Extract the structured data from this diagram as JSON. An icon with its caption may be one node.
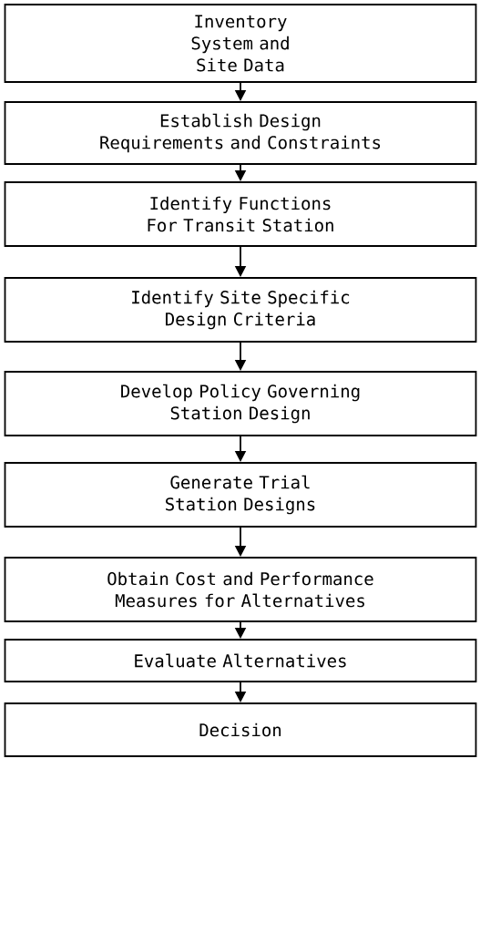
{
  "diagram": {
    "nodes": [
      {
        "text": [
          "Inventory System and Site Data"
        ]
      },
      {
        "text": [
          "Establish Design Requirements and Constraints"
        ]
      },
      {
        "text": [
          "Identify Functions For Transit Station"
        ]
      },
      {
        "text": [
          "Identify Site Specific Design Criteria"
        ]
      },
      {
        "text": [
          "Develop Policy Governing Station Design"
        ]
      },
      {
        "text": [
          "Generate Trial Station Designs"
        ]
      },
      {
        "text": [
          "Obtain Cost and Performance Measures for Alternatives"
        ]
      },
      {
        "text": [
          "Evaluate Alternatives"
        ]
      },
      {
        "text": [
          "Decision"
        ]
      }
    ],
    "edges": [
      {
        "from": 0,
        "to": 1,
        "arrow": "to"
      },
      {
        "from": 1,
        "to": 2,
        "arrow": "to"
      },
      {
        "from": 2,
        "to": 3,
        "arrow": "to"
      },
      {
        "from": 3,
        "to": 4,
        "arrow": "to"
      },
      {
        "from": 4,
        "to": 5,
        "arrow": "to"
      },
      {
        "from": 5,
        "to": 6,
        "arrow": "to"
      },
      {
        "from": 6,
        "to": 7,
        "arrow": "to"
      },
      {
        "from": 7,
        "to": 8,
        "arrow": "to"
      }
    ]
  }
}
